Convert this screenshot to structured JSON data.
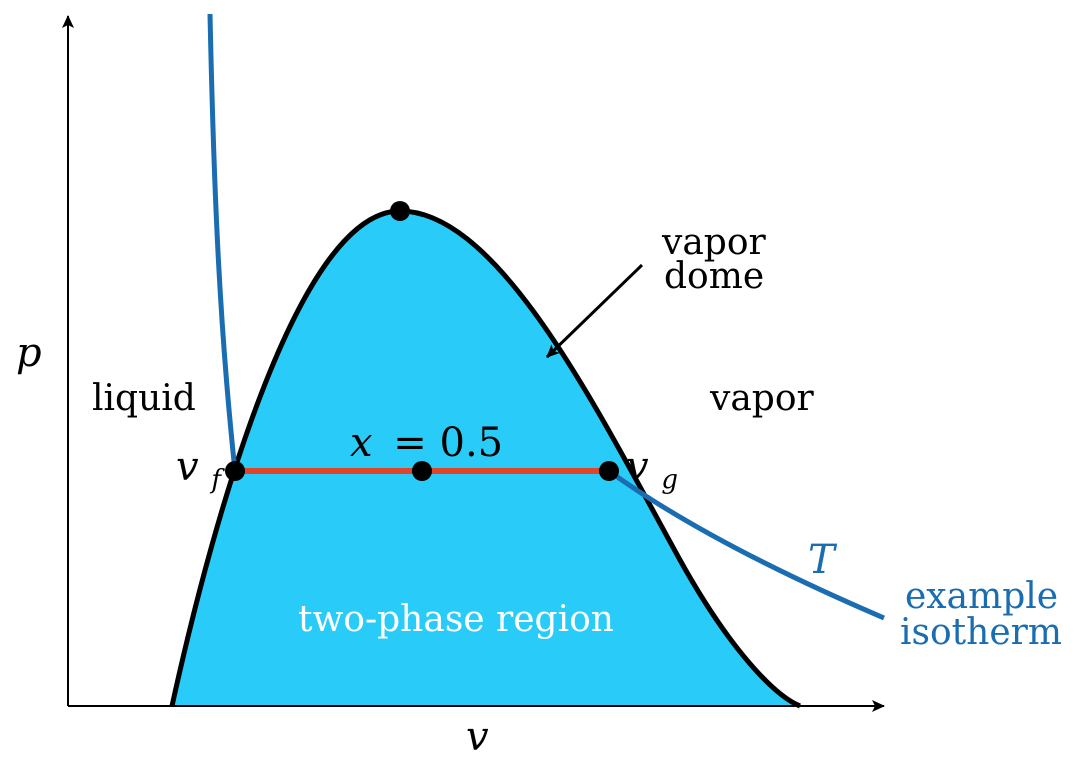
{
  "axes": {
    "x_label": "v",
    "y_label": "p"
  },
  "regions": {
    "liquid": "liquid",
    "vapor": "vapor",
    "two_phase": "two-phase region"
  },
  "annotations": {
    "dome_line1": "vapor",
    "dome_line2": "dome",
    "quality_var": "x",
    "quality_eq": "= 0.5",
    "vf_base": "v",
    "vf_sub": "f",
    "vg_base": "v",
    "vg_sub": "g",
    "isotherm_symbol": "T",
    "isotherm_line1": "example",
    "isotherm_line2": "isotherm"
  },
  "colors": {
    "dome_fill": "#29CCF9",
    "dome_outline": "#000000",
    "isotherm": "#1A6DB0",
    "tie_line": "#E0452A",
    "points": "#000000",
    "two_phase_text": "#FFFFFF"
  },
  "markers": [
    "critical-point",
    "vf-point",
    "quality-point",
    "vg-point"
  ]
}
